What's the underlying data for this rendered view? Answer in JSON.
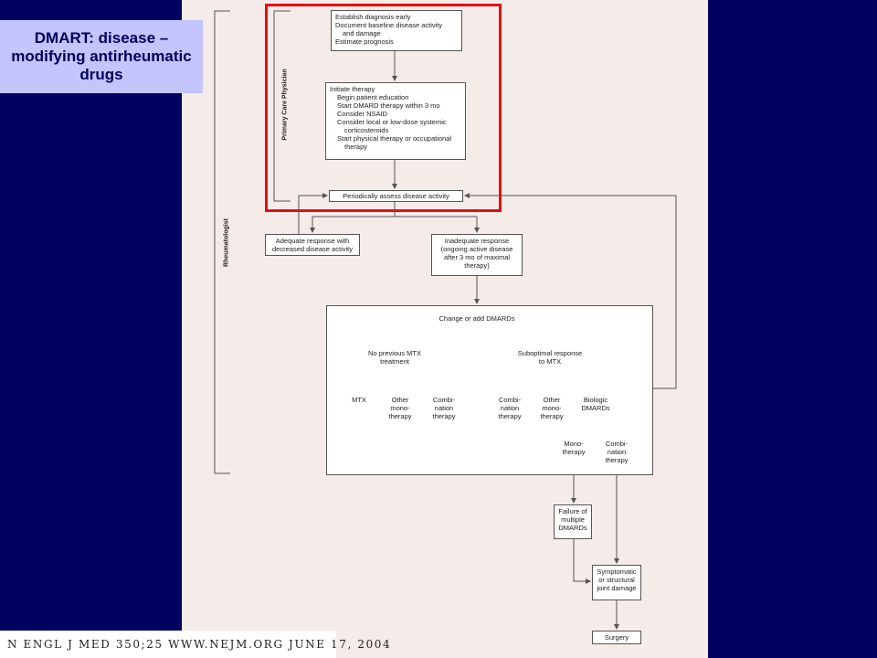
{
  "callout": {
    "text": "DMART: disease – modifying antirheumatic drugs"
  },
  "roles": {
    "rheumatologist": "Rheumatologist",
    "primary_care": "Primary Care Physician"
  },
  "boxes": {
    "diagnosis": [
      "Establish diagnosis early",
      "Document baseline disease activity",
      "and damage",
      "Estimate prognosis"
    ],
    "therapy": [
      "Initiate therapy",
      "Begin patient education",
      "Start DMARD therapy within 3 mo",
      "Consider NSAID",
      "Consider local or low-dose systemic",
      "corticosteroids",
      "Start physical therapy or occupational",
      "therapy"
    ],
    "assess": "Periodically assess disease activity",
    "adequate": [
      "Adequate response with",
      "decreased disease activity"
    ],
    "inadequate": [
      "Inadequate response",
      "(ongoing active disease",
      "after 3 mo of maximal",
      "therapy)"
    ],
    "failure": [
      "Failure of",
      "multiple",
      "DMARDs"
    ],
    "damage": [
      "Symptomatic",
      "or structural",
      "joint damage"
    ],
    "surgery": "Surgery"
  },
  "dmard": {
    "title": "Change or add DMARDs",
    "no_prev": [
      "No previous MTX",
      "treatment"
    ],
    "subopt": [
      "Suboptimal response",
      "to MTX"
    ],
    "mtx": "MTX",
    "other1": [
      "Other",
      "mono-",
      "therapy"
    ],
    "combi1": [
      "Combi-",
      "nation",
      "therapy"
    ],
    "combi2": [
      "Combi-",
      "nation",
      "therapy"
    ],
    "other2": [
      "Other",
      "mono-",
      "therapy"
    ],
    "biologic": [
      "Biologic",
      "DMARDs"
    ],
    "mono": [
      "Mono-",
      "therapy"
    ],
    "combi3": [
      "Combi-",
      "nation",
      "therapy"
    ]
  },
  "footer": {
    "citation": "N ENGL J MED 350;25   WWW.NEJM.ORG   JUNE 17, 2004"
  },
  "colors": {
    "background": "#000060",
    "callout": "#c4c4ff",
    "highlight": "#e01010",
    "sheet": "#f5ebe8"
  }
}
